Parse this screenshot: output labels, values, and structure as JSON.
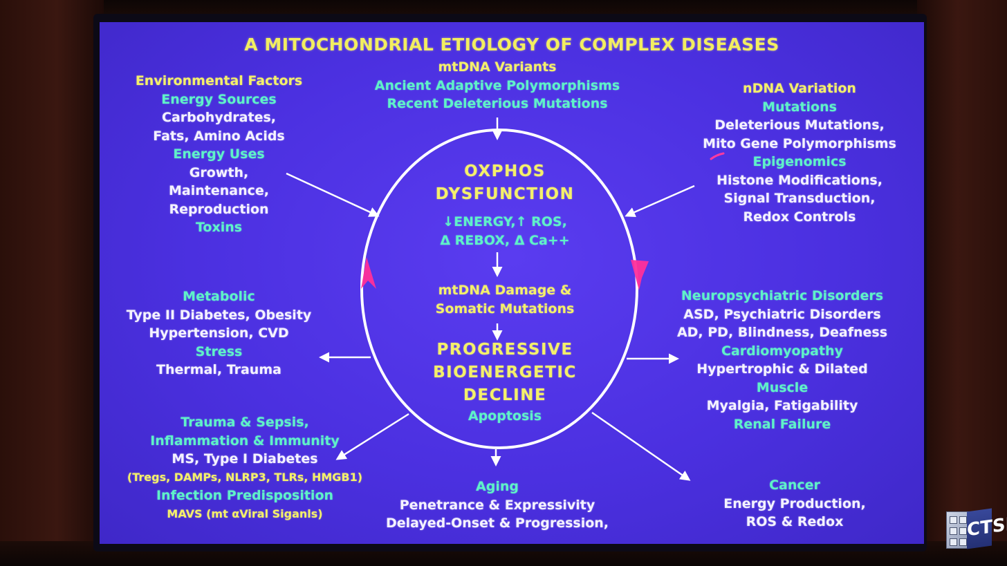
{
  "title": "A MITOCHONDRIAL ETIOLOGY OF COMPLEX DISEASES",
  "colors": {
    "slide_bg": "#4b30e0",
    "yellow_text": "#f4f06a",
    "green_text": "#5ff2c8",
    "white_text": "#f4f2ff",
    "cycle_arrow": "#ff2f9a"
  },
  "blocks": {
    "mtdna": {
      "line1": "mtDNA Variants",
      "line2": "Ancient Adaptive Polymorphisms",
      "line3": "Recent Deleterious Mutations"
    },
    "environmental": {
      "line1": "Environmental Factors",
      "line2": "Energy Sources",
      "line3": "Carbohydrates,",
      "line4": "Fats, Amino Acids",
      "line5": "Energy  Uses",
      "line6": "Growth,",
      "line7": "Maintenance,",
      "line8": "Reproduction",
      "line9": "Toxins"
    },
    "ndna": {
      "line1": "nDNA Variation",
      "line2": "Mutations",
      "line3": "Deleterious Mutations,",
      "line4": "Mito Gene Polymorphisms",
      "line5": "Epigenomics",
      "line6": "Histone Modifications,",
      "line7": "Signal Transduction,",
      "line8": "Redox Controls"
    },
    "center": {
      "oxphos1": "OXPHOS",
      "oxphos2": "DYSFUNCTION",
      "energy1": "↓ENERGY,↑ ROS,",
      "energy2": "Δ REBOX, Δ Ca++",
      "damage1": "mtDNA  Damage &",
      "damage2": "Somatic Mutations",
      "decline1": "PROGRESSIVE",
      "decline2": "BIOENERGETIC",
      "decline3": "DECLINE",
      "apoptosis": "Apoptosis"
    },
    "metabolic": {
      "line1": "Metabolic",
      "line2": "Type II Diabetes, Obesity",
      "line3": "Hypertension, CVD",
      "line4": "Stress",
      "line5": "Thermal, Trauma"
    },
    "neuro": {
      "line1": "Neuropsychiatric Disorders",
      "line2": "ASD, Psychiatric Disorders",
      "line3": "AD, PD, Blindness, Deafness",
      "line4": "Cardiomyopathy",
      "line5": "Hypertrophic & Dilated",
      "line6": "Muscle",
      "line7": "Myalgia, Fatigability",
      "line8": "Renal Failure"
    },
    "trauma": {
      "line1": "Trauma & Sepsis,",
      "line2": "Inflammation & Immunity",
      "line3": "MS, Type I Diabetes",
      "line4": "(Tregs, DAMPs, NLRP3, TLRs, HMGB1)",
      "line5": "Infection Predisposition",
      "line6": "MAVS (mt αViral Siganls)"
    },
    "aging": {
      "line1": "Aging",
      "line2": "Penetrance & Expressivity",
      "line3": "Delayed-Onset & Progression,"
    },
    "cancer": {
      "line1": "Cancer",
      "line2": "Energy Production,",
      "line3": "ROS & Redox"
    }
  },
  "logo": {
    "text": "CTSI"
  }
}
